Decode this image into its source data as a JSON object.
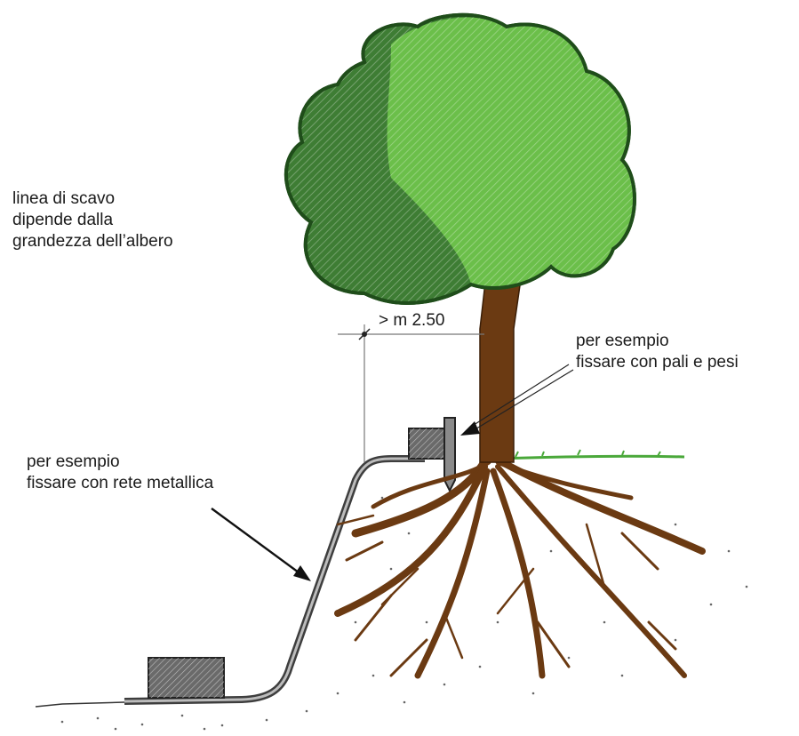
{
  "labels": {
    "excavation_line": [
      "linea di scavo",
      "dipende dalla",
      "grandezza dell’albero"
    ],
    "distance": "> m 2.50",
    "stakes_note": [
      "per esempio",
      "fissare con pali e pesi"
    ],
    "mesh_note": [
      "per esempio",
      "fissare con rete metallica"
    ]
  },
  "colors": {
    "canopy_dark": "#3e7d34",
    "canopy_light": "#6bbf4a",
    "canopy_outline": "#1f4d1a",
    "trunk": "#6b3a12",
    "grass": "#4aa83a",
    "mesh": "#444444",
    "weight": "#6a6a6a"
  }
}
